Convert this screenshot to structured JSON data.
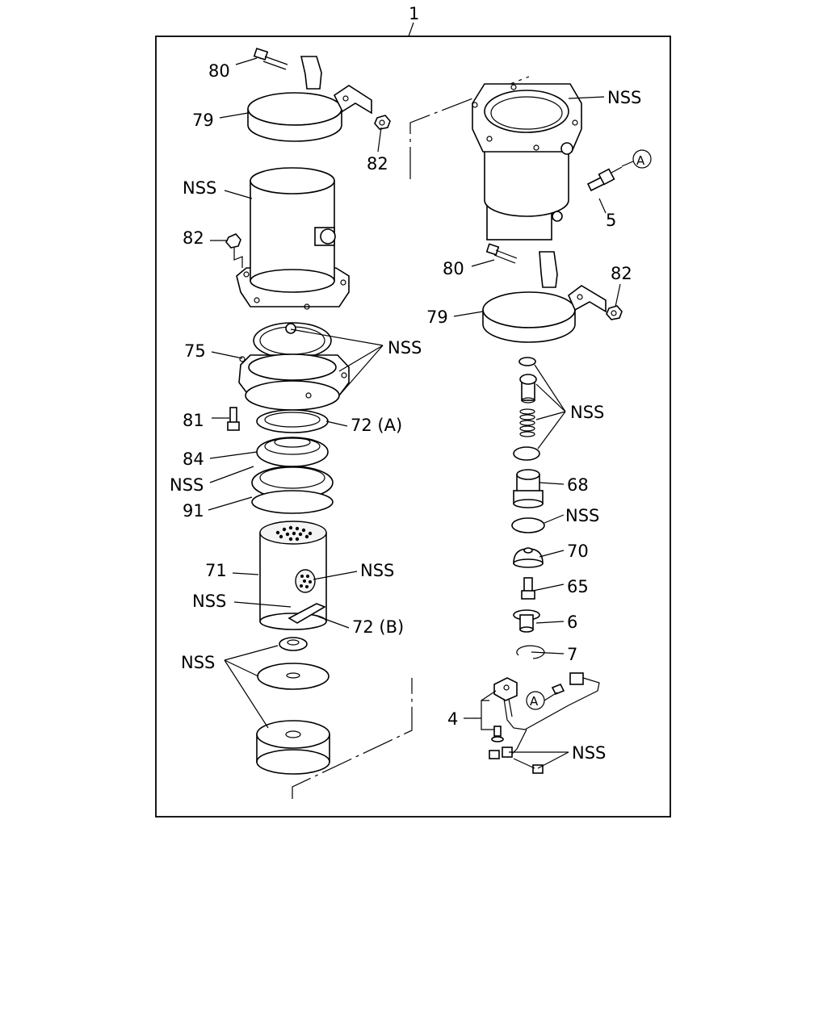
{
  "diagram": {
    "assembly_number": "1",
    "callouts": {
      "c80_left": "80",
      "c79_left": "79",
      "c82_top": "82",
      "c_nss_can": "NSS",
      "c82_left": "82",
      "c75": "75",
      "c_nss_seals": "NSS",
      "c81": "81",
      "c72a": "72 (A)",
      "c84": "84",
      "c_nss_ring": "NSS",
      "c91": "91",
      "c71": "71",
      "c_nss_mesh": "NSS",
      "c_nss_clip": "NSS",
      "c72b": "72 (B)",
      "c_nss_bottom": "NSS",
      "c_nss_housing": "NSS",
      "c5": "5",
      "c_ref_a_top": "A",
      "c80_right": "80",
      "c82_right": "82",
      "c79_right": "79",
      "c_nss_valve": "NSS",
      "c68": "68",
      "c_nss_oring": "NSS",
      "c70": "70",
      "c65": "65",
      "c6": "6",
      "c7": "7",
      "c4": "4",
      "c_ref_a_bottom": "A",
      "c_nss_screws": "NSS"
    }
  }
}
